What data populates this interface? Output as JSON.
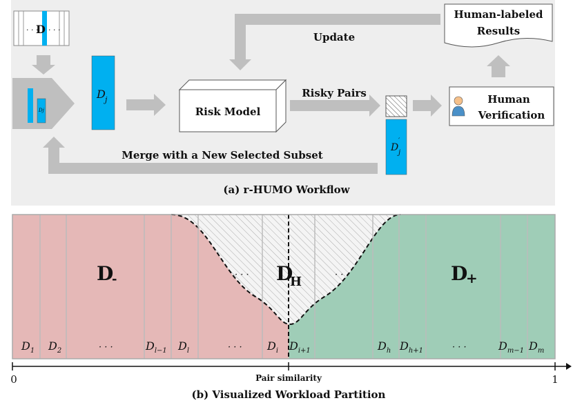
{
  "workflow": {
    "caption": "(a) r-HUMO Workflow",
    "dataset_label": "D",
    "dataset_dots_left": "· · ·",
    "dataset_dots_right": "· · ·",
    "subset_label_main": "D",
    "subset_label_sub": "j",
    "subset_inner_label": "Dj",
    "risk_model_label": "Risky Pairs",
    "risk_model_box": "Risk Model",
    "risky_subset_main": "D",
    "risky_subset_sub": "j",
    "risky_subset_prime": "′",
    "human_line1": "Human",
    "human_line2": "Verification",
    "results_line1": "Human-labeled",
    "results_line2": "Results",
    "update_label": "Update",
    "merge_label": "Merge with a New Selected Subset"
  },
  "partition": {
    "caption": "(b) Visualized Workload Partition",
    "axis_label": "Pair similarity",
    "axis_min": "0",
    "axis_max": "1",
    "region_minus": "D",
    "region_minus_sub": "-",
    "region_h": "D",
    "region_h_sub": "H",
    "region_plus": "D",
    "region_plus_sub": "+",
    "dots": "· · ·",
    "colors": {
      "minus": "#e5b8b7",
      "plus": "#9fcdb7",
      "hatch_bg": "#f2f2f2"
    },
    "subsets": [
      {
        "main": "D",
        "sub": "1"
      },
      {
        "main": "D",
        "sub": "2"
      },
      {
        "main": "",
        "sub": "",
        "dots": "· · ·"
      },
      {
        "main": "D",
        "sub": "l−1"
      },
      {
        "main": "D",
        "sub": "l"
      },
      {
        "main": "",
        "sub": "",
        "dots": "· · ·"
      },
      {
        "main": "D",
        "sub": "i"
      },
      {
        "main": "D",
        "sub": "i+1"
      },
      {
        "main": "",
        "sub": "",
        "dots": "· · ·"
      },
      {
        "main": "D",
        "sub": "h"
      },
      {
        "main": "D",
        "sub": "h+1"
      },
      {
        "main": "",
        "sub": "",
        "dots": "· · ·"
      },
      {
        "main": "D",
        "sub": "m−1"
      },
      {
        "main": "D",
        "sub": "m"
      }
    ]
  }
}
